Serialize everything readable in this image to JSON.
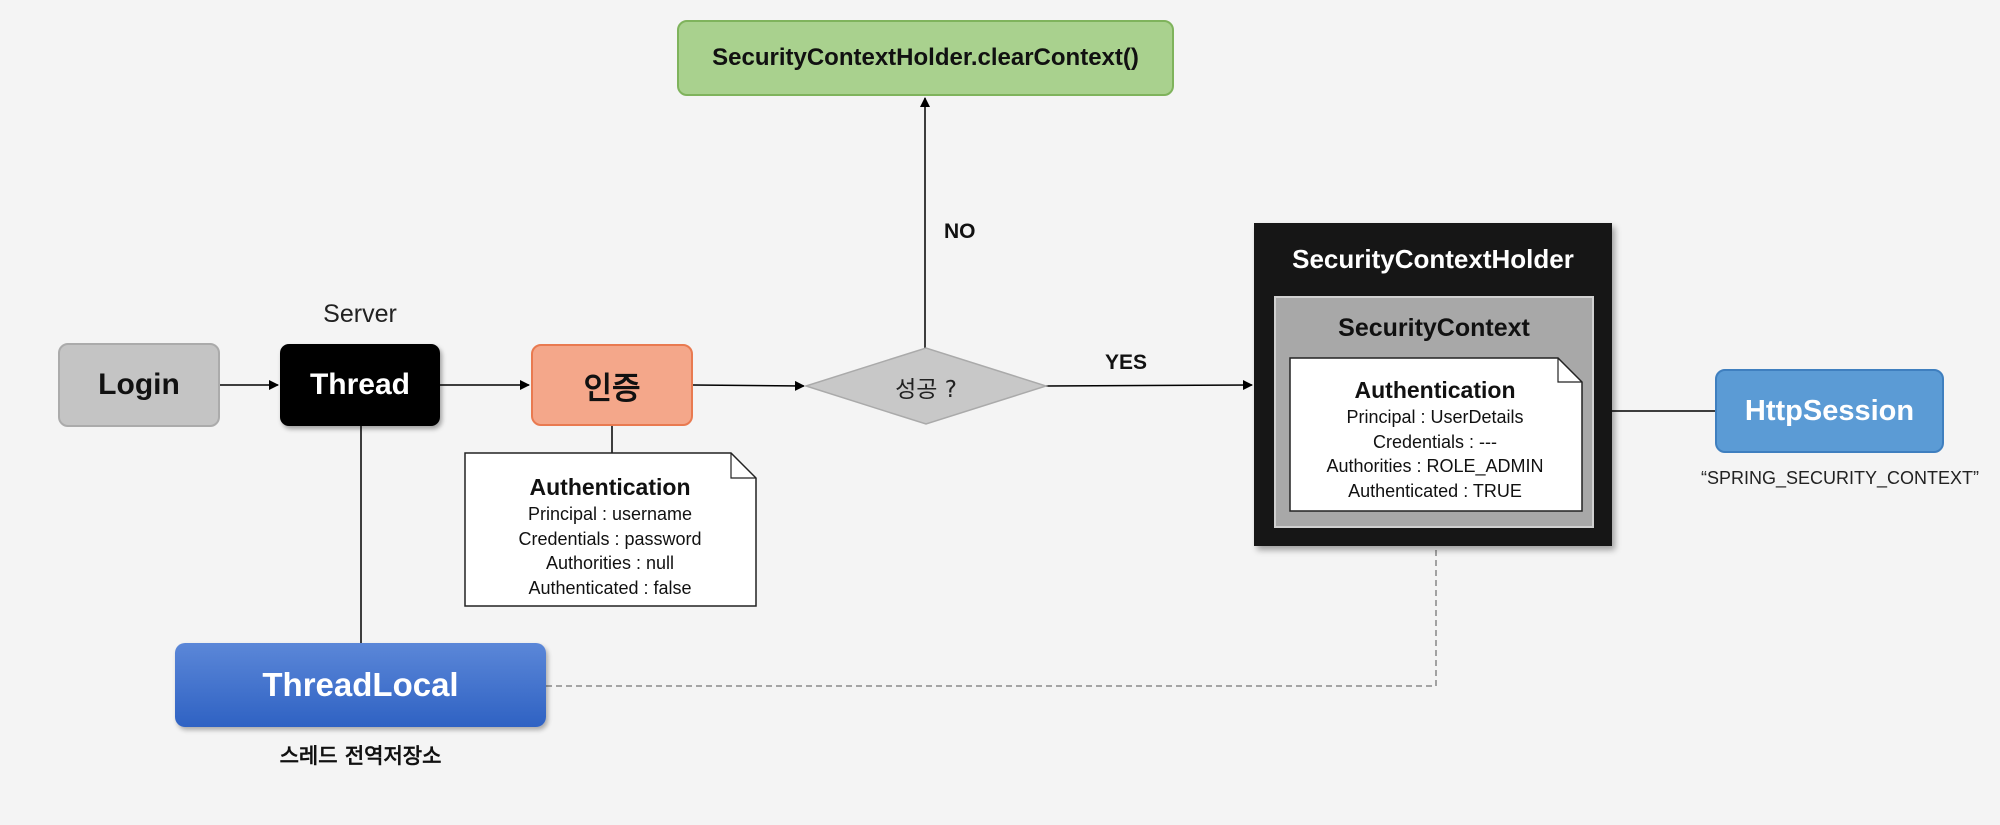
{
  "nodes": {
    "login": "Login",
    "server_label": "Server",
    "thread": "Thread",
    "auth": "인증",
    "decision": "성공 ?",
    "clear_context": "SecurityContextHolder.clearContext()",
    "holder": "SecurityContextHolder",
    "context": "SecurityContext",
    "http_session": "HttpSession",
    "session_key": "“SPRING_SECURITY_CONTEXT”",
    "thread_local": "ThreadLocal",
    "thread_local_caption": "스레드 전역저장소"
  },
  "edges": {
    "no_label": "NO",
    "yes_label": "YES"
  },
  "auth_before": {
    "title": "Authentication",
    "lines": [
      "Principal : username",
      "Credentials : password",
      "Authorities : null",
      "Authenticated : false"
    ]
  },
  "auth_after": {
    "title": "Authentication",
    "lines": [
      "Principal : UserDetails",
      "Credentials : ---",
      "Authorities : ROLE_ADMIN",
      "Authenticated : TRUE"
    ]
  },
  "colors": {
    "login_fill": "#c4c4c4",
    "thread_fill": "#000000",
    "auth_fill": "#f4a78a",
    "clear_fill": "#a9d18e",
    "decision_fill": "#c8c8c8",
    "holder_fill": "#161616",
    "context_fill": "#a8a8a8",
    "http_fill": "#5b9bd5",
    "thread_local_fill": "#2f62c3"
  }
}
